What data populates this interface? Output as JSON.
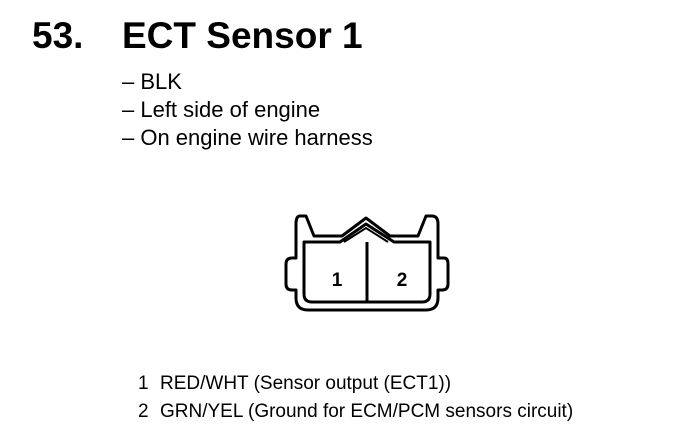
{
  "heading": {
    "number": "53.",
    "title": "ECT Sensor 1"
  },
  "details": [
    "– BLK",
    "– Left side of engine",
    "– On engine wire harness"
  ],
  "connector": {
    "pin_labels": [
      "1",
      "2"
    ]
  },
  "pins": [
    {
      "number": "1",
      "description": "RED/WHT (Sensor output (ECT1))"
    },
    {
      "number": "2",
      "description": "GRN/YEL (Ground for ECM/PCM sensors circuit)"
    }
  ]
}
